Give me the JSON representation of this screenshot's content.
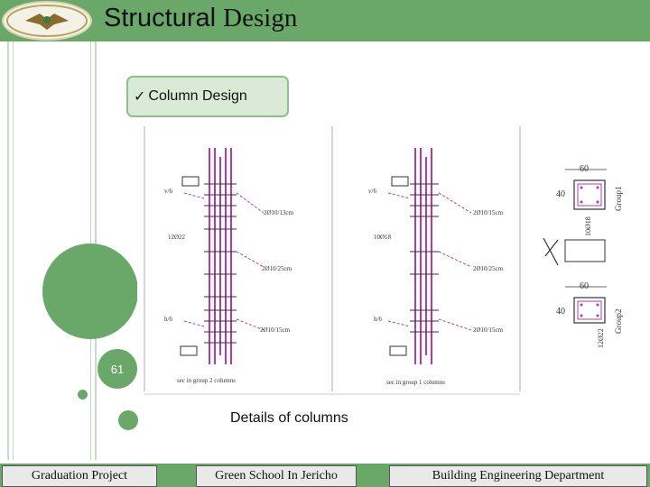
{
  "header": {
    "title_part1": "Structural",
    "title_part2": "Design"
  },
  "subtitle": {
    "check": "✓",
    "label": "Column Design"
  },
  "page_number": "61",
  "drawing": {
    "left": {
      "labels": [
        "v/6",
        "12Ø22",
        "2Ø10/13cm",
        "2Ø10/25cm",
        "h/6",
        "2Ø10/15cm"
      ],
      "caption": "sec in group 2 columns"
    },
    "right": {
      "labels": [
        "v/6",
        "10Ø18",
        "2Ø10/15cm",
        "2Ø10/25cm",
        "h/6",
        "2Ø10/15cm"
      ],
      "caption": "sec in group 1 columns"
    },
    "sections": {
      "dim_top": "60",
      "side_top": "40",
      "inner_top": "10Ø18",
      "group_top": "Group1",
      "dim_bottom": "60",
      "side_bottom": "40",
      "inner_bottom": "12Ø22",
      "group_bottom": "Group2"
    }
  },
  "caption": "Details of columns",
  "footer": {
    "left": "Graduation Project",
    "center": "Green School In Jericho",
    "right": "Building Engineering Department"
  }
}
